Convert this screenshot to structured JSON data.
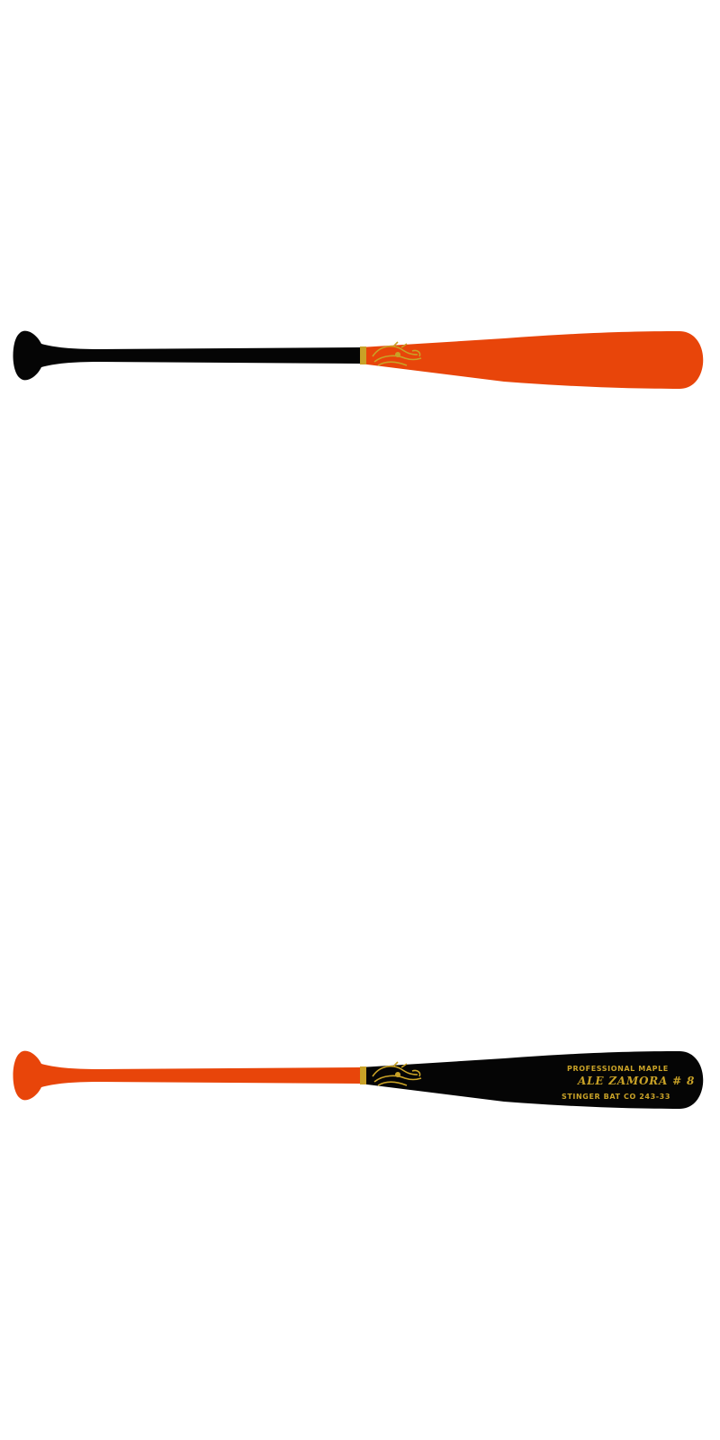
{
  "colors": {
    "orange": "#E8450A",
    "black": "#050505",
    "gold": "#C9A227",
    "background": "#ffffff"
  },
  "bats": [
    {
      "handle_color": "#050505",
      "barrel_color": "#E8450A",
      "logo": "hornet-logo-icon",
      "engraving": null
    },
    {
      "handle_color": "#E8450A",
      "barrel_color": "#050505",
      "logo": "hornet-logo-icon",
      "engraving": {
        "line1": "PROFESSIONAL MAPLE",
        "line2": "ALE ZAMORA # 8",
        "line3": "STINGER BAT CO 243-33"
      }
    }
  ]
}
